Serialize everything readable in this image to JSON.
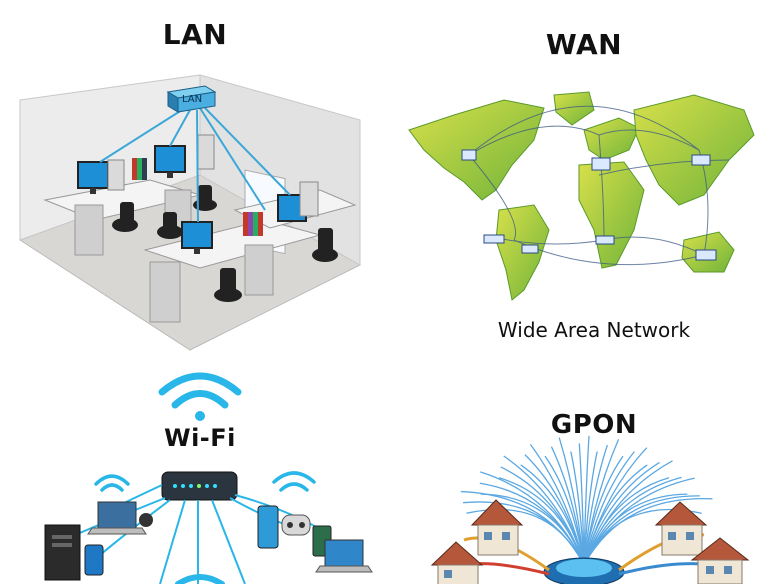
{
  "panels": {
    "lan": {
      "title": "LAN",
      "device_label": "LAN"
    },
    "wan": {
      "title": "WAN",
      "caption": "Wide Area Network"
    },
    "wifi": {
      "title": "Wi-Fi"
    },
    "gpon": {
      "title": "GPON"
    }
  },
  "colors": {
    "wifi_blue": "#29b6e8",
    "lan_blue": "#3aa7d8",
    "land_green": "#8cc63f",
    "land_yellow": "#d8e04a",
    "fiber_blue": "#4a9fe0",
    "house_roof": "#b5573a"
  }
}
